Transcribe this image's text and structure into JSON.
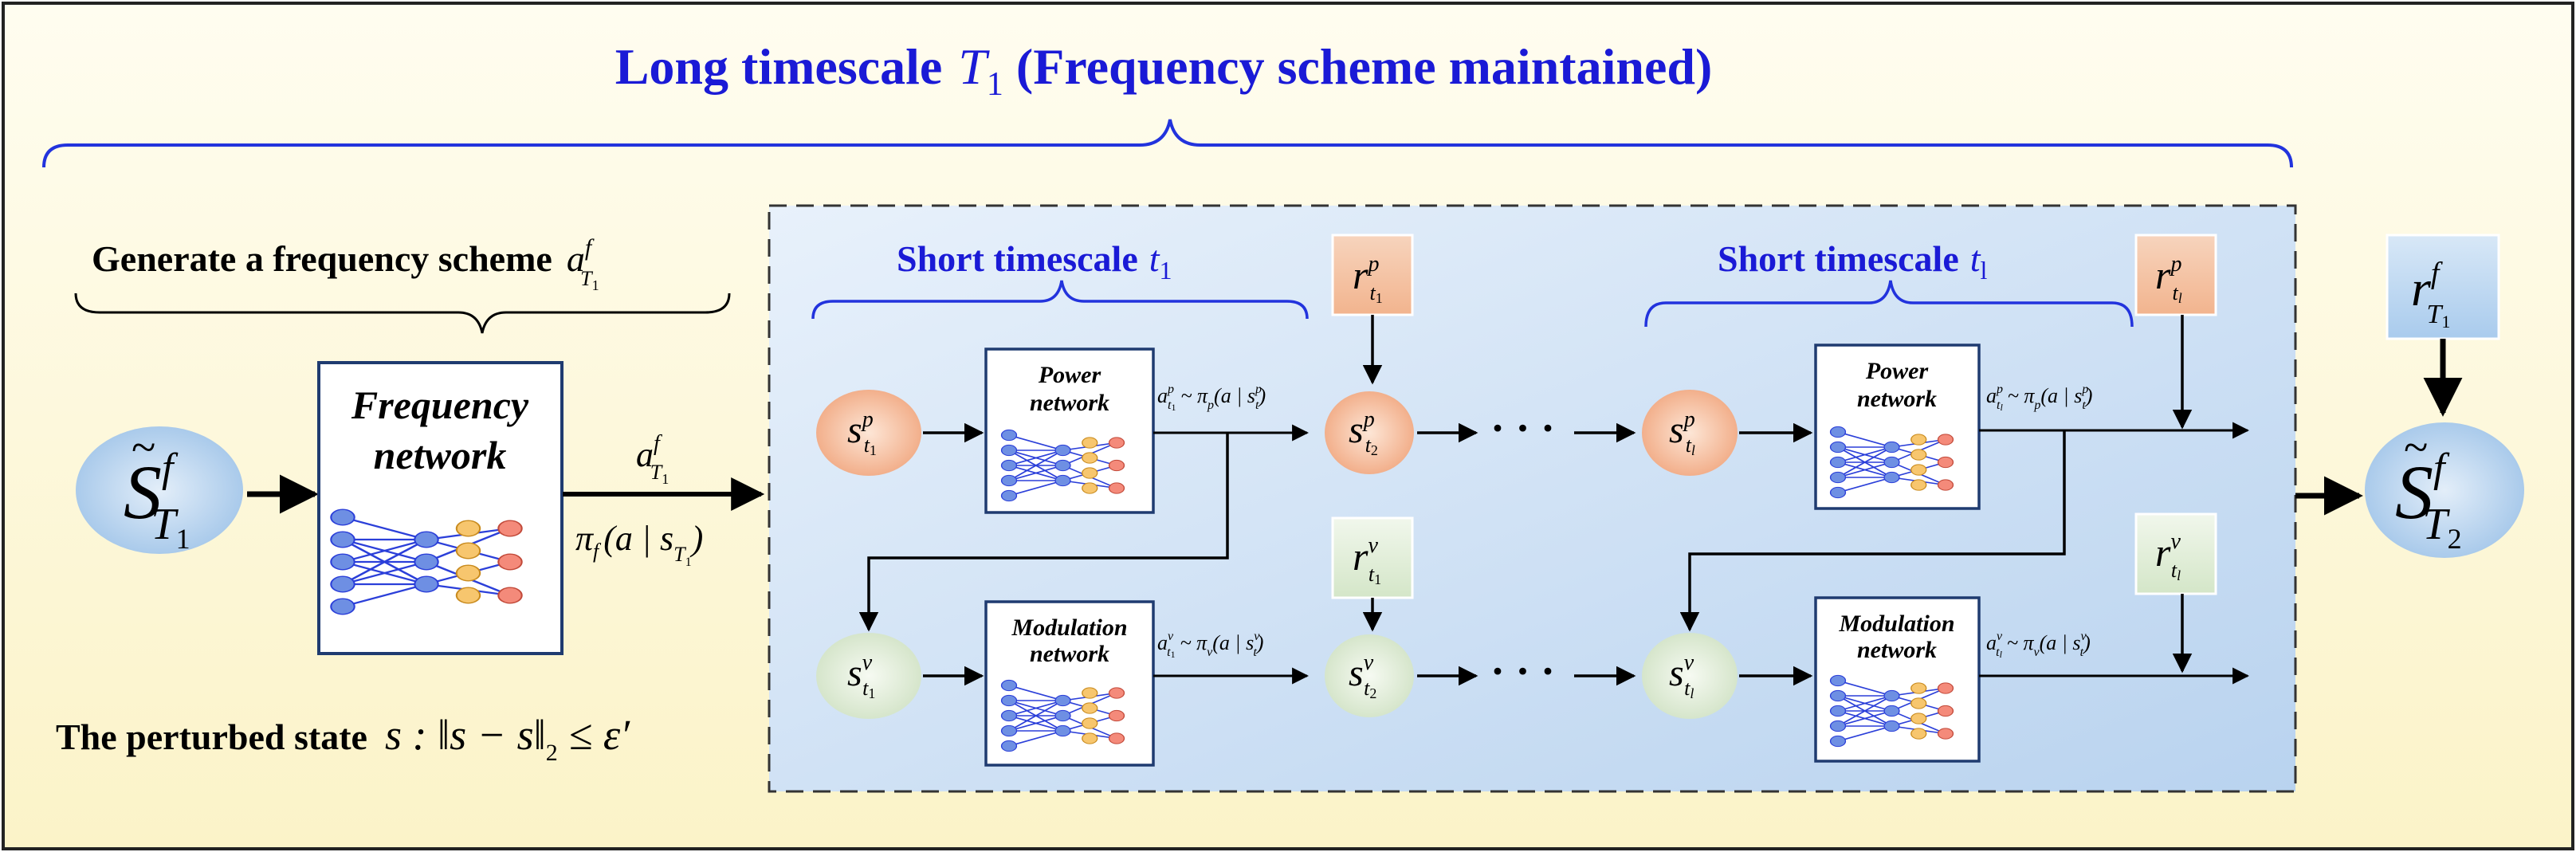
{
  "header": {
    "title_left": "Long timescale",
    "title_sym": "T",
    "title_sub": "1",
    "title_right": "(Frequency scheme maintained)"
  },
  "left": {
    "gen_label": "Generate a frequency scheme",
    "gen_sym": "a",
    "gen_sup": "f",
    "gen_sub": "T",
    "gen_subsub": "1",
    "freq_net_line1": "Frequency",
    "freq_net_line2": "network",
    "state_in_sym": "S",
    "state_in_sup": "f",
    "state_in_sub": "T",
    "state_in_subsub": "1",
    "arrow_top_sym": "a",
    "arrow_top_sup": "f",
    "arrow_top_sub": "T",
    "arrow_top_subsub": "1",
    "arrow_bottom_text": "π",
    "arrow_bottom_sub": "f",
    "arrow_bottom_rest": "(a | s",
    "arrow_bottom_close": ")",
    "perturbed_label": "The perturbed state",
    "perturbed_expr": "s : ‖s − s‖",
    "perturbed_norm_sub": "2",
    "perturbed_rhs": "≤ ε′"
  },
  "inner": {
    "short1_label": "Short timescale",
    "short1_sym": "t",
    "short1_sub": "1",
    "shortl_label": "Short timescale",
    "shortl_sym": "t",
    "shortl_sub": "l",
    "power_net_line1": "Power",
    "power_net_line2": "network",
    "mod_net_line1": "Modulation",
    "mod_net_line2": "network",
    "dots": "· · ·",
    "r_sym": "r",
    "sup_p": "p",
    "sup_v": "v",
    "sub_t1": "t",
    "sub_1": "1",
    "sub_2": "2",
    "sub_l": "l",
    "s_sym": "s",
    "policy_p_1": "a",
    "policy_p_mid": "~ π",
    "policy_p_sub": "p",
    "policy_p_end": "(a | s",
    "policy_v_sub": "v"
  },
  "right": {
    "reward_sym": "r",
    "reward_sup": "f",
    "reward_sub": "T",
    "reward_subsub": "1",
    "state_out_sym": "S",
    "state_out_sup": "f",
    "state_out_sub": "T",
    "state_out_subsub": "2"
  },
  "colors": {
    "blue_text": "#1a1ad6",
    "inner_bg": "#d6e6f7",
    "outer_bg": "#fefbe3",
    "orange_node": "#f6c4a4",
    "green_node": "#e3eedb",
    "blue_node": "#b7d3ee",
    "net_border": "#1f3b70"
  }
}
